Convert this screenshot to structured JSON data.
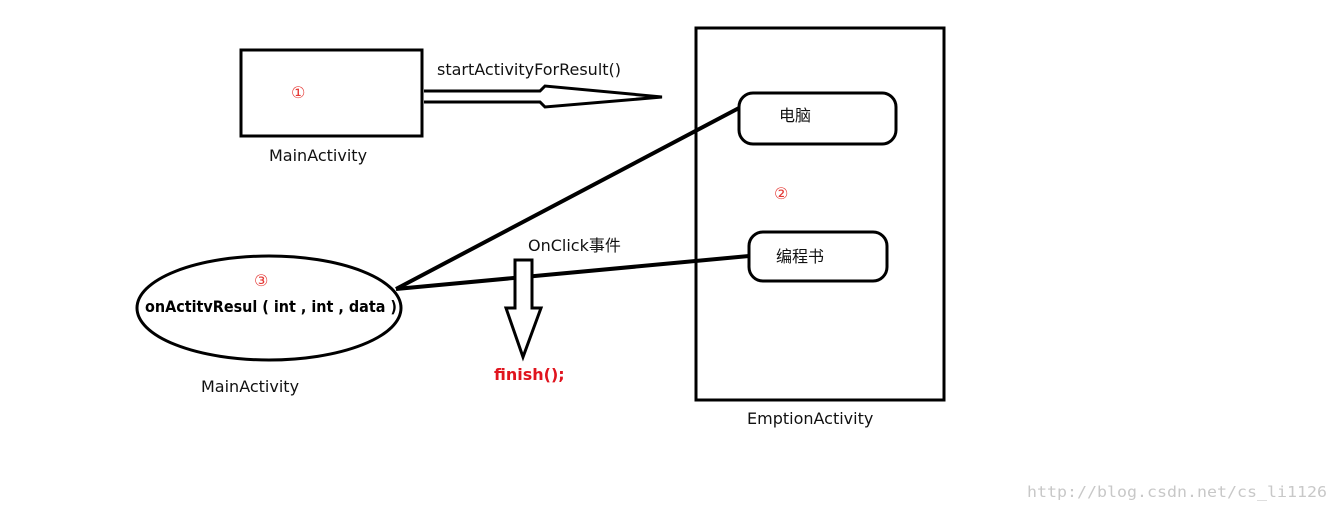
{
  "labels": {
    "main_top_caption": "MainActivity",
    "main_bottom_caption": "MainActivity",
    "emption_caption": "EmptionActivity",
    "start_call": "startActivityForResult()",
    "onclick_event": "OnClick事件",
    "on_result_call": "onActitvResul ( int , int , data )",
    "finish_call": "finish();",
    "item_computer": "电脑",
    "item_programming_book": "编程书",
    "step_1": "①",
    "step_2": "②",
    "step_3": "③",
    "watermark": "http://blog.csdn.net/cs_li1126"
  },
  "colors": {
    "stroke": "#000000",
    "step_marker": "#e53935",
    "finish_text": "#e0141e",
    "watermark": "#c8c8c8"
  }
}
